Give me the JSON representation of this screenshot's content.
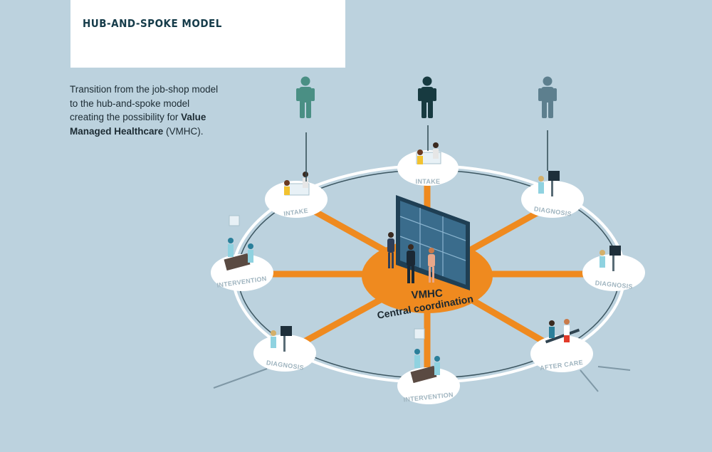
{
  "header": {
    "title": "HUB-AND-SPOKE MODEL"
  },
  "description": {
    "prefix": "Transition from the job-shop model to the hub-and-spoke model creating the possibility for ",
    "bold": "Value Managed Healthcare",
    "suffix": " (VMHC)."
  },
  "hub": {
    "line1": "VMHC",
    "line2": "Central coordination"
  },
  "nodes": [
    {
      "label": "INTAKE"
    },
    {
      "label": "INTAKE"
    },
    {
      "label": "DIAGNOSIS"
    },
    {
      "label": "DIAGNOSIS"
    },
    {
      "label": "AFTER CARE"
    },
    {
      "label": "INTERVENTION"
    },
    {
      "label": "DIAGNOSIS"
    },
    {
      "label": "INTERVENTION"
    }
  ],
  "colors": {
    "background": "#bcd2de",
    "spoke": "#ef8a1f",
    "hub": "#ef8a1f",
    "person_left": "#4a8f84",
    "person_center": "#173a40",
    "person_right": "#5d7f8e"
  }
}
